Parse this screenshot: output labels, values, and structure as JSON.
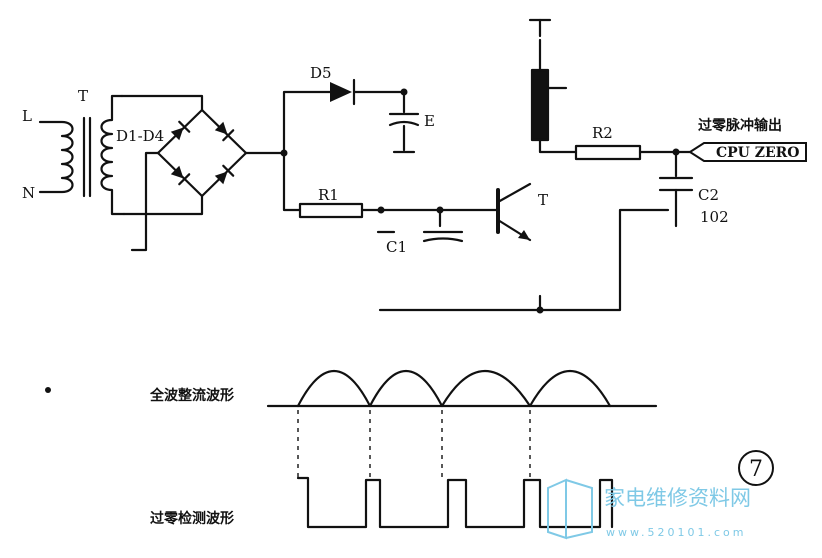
{
  "labels": {
    "L": "L",
    "N": "N",
    "T": "T",
    "bridge": "D1-D4",
    "d5": "D5",
    "e": "E",
    "r1": "R1",
    "r2": "R2",
    "c1": "C1",
    "q1": "T",
    "c2": "C2",
    "c2_value": "102",
    "output_cn": "过零脉冲输出",
    "cpu_zero": "CPU ZERO",
    "wave_rect": "全波整流波形",
    "wave_zero": "过零检测波形",
    "figure_no": "7"
  },
  "watermark": {
    "text": "家电维修资料网",
    "url": "www.520101.com"
  },
  "colors": {
    "ink": "#111111",
    "watermark": "#7fc9e6"
  }
}
